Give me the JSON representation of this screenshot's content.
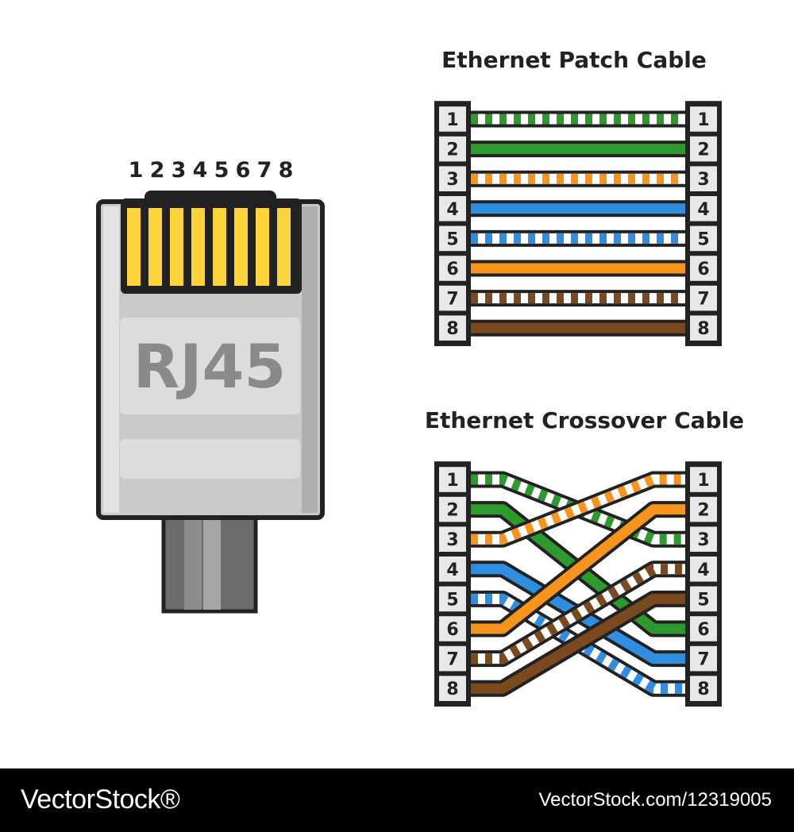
{
  "connector": {
    "pin_numbers": [
      "1",
      "2",
      "3",
      "4",
      "5",
      "6",
      "7",
      "8"
    ],
    "label": "RJ45"
  },
  "colors": {
    "green": "#2e9a2e",
    "orange": "#f7941d",
    "blue": "#2f8ee0",
    "brown": "#7a4a1e",
    "white": "#ffffff",
    "outline": "#222222",
    "contact_gold": "#ffd43a",
    "body_grey": "#c9c9c9"
  },
  "patch_cable": {
    "title": "Ethernet Patch Cable",
    "left_labels": [
      "1",
      "2",
      "3",
      "4",
      "5",
      "6",
      "7",
      "8"
    ],
    "right_labels": [
      "1",
      "2",
      "3",
      "4",
      "5",
      "6",
      "7",
      "8"
    ],
    "wires": [
      {
        "color": "green",
        "striped": true,
        "from": 1,
        "to": 1
      },
      {
        "color": "green",
        "striped": false,
        "from": 2,
        "to": 2
      },
      {
        "color": "orange",
        "striped": true,
        "from": 3,
        "to": 3
      },
      {
        "color": "blue",
        "striped": false,
        "from": 4,
        "to": 4
      },
      {
        "color": "blue",
        "striped": true,
        "from": 5,
        "to": 5
      },
      {
        "color": "orange",
        "striped": false,
        "from": 6,
        "to": 6
      },
      {
        "color": "brown",
        "striped": true,
        "from": 7,
        "to": 7
      },
      {
        "color": "brown",
        "striped": false,
        "from": 8,
        "to": 8
      }
    ]
  },
  "crossover_cable": {
    "title": "Ethernet Crossover Cable",
    "left_labels": [
      "1",
      "2",
      "3",
      "4",
      "5",
      "6",
      "7",
      "8"
    ],
    "right_labels": [
      "1",
      "2",
      "3",
      "4",
      "5",
      "6",
      "7",
      "8"
    ],
    "wires": [
      {
        "color": "green",
        "striped": true,
        "from": 1,
        "to": 3
      },
      {
        "color": "green",
        "striped": false,
        "from": 2,
        "to": 6
      },
      {
        "color": "orange",
        "striped": true,
        "from": 3,
        "to": 1
      },
      {
        "color": "blue",
        "striped": false,
        "from": 4,
        "to": 7
      },
      {
        "color": "blue",
        "striped": true,
        "from": 5,
        "to": 8
      },
      {
        "color": "orange",
        "striped": false,
        "from": 6,
        "to": 2
      },
      {
        "color": "brown",
        "striped": true,
        "from": 7,
        "to": 4
      },
      {
        "color": "brown",
        "striped": false,
        "from": 8,
        "to": 5
      }
    ]
  },
  "footer": {
    "brand": "VectorStock®",
    "ident": "VectorStock.com/12319005"
  }
}
